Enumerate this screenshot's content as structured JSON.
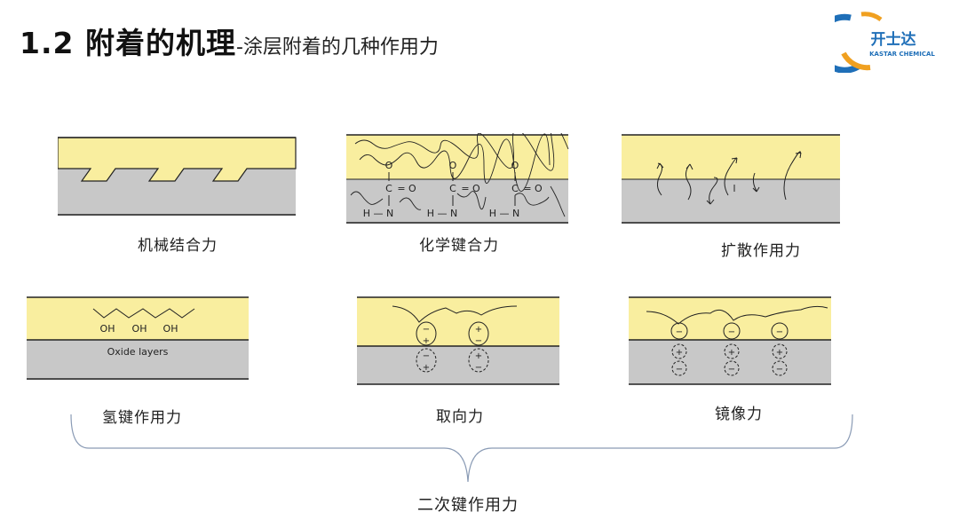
{
  "slide": {
    "title_main": "1.2 附着的机理",
    "title_sub": "-涂层附着的几种作用力",
    "logo": {
      "text": "开士达",
      "subtext": "KASTAR CHEMICAL"
    }
  },
  "panels": {
    "mechanical": {
      "caption": "机械结合力"
    },
    "chemical": {
      "caption": "化学键合力",
      "atom_o": "O",
      "atom_c": "C",
      "atom_eq_o": "= O",
      "atom_hn": "H — N"
    },
    "diffusion": {
      "caption": "扩散作用力"
    },
    "hydrogen": {
      "caption": "氢键作用力",
      "oh_label": "OH",
      "oxide_label": "Oxide layers"
    },
    "orientation": {
      "caption": "取向力",
      "plus": "+",
      "minus": "−"
    },
    "image": {
      "caption": "镜像力",
      "plus": "+",
      "minus": "−"
    }
  },
  "footer": {
    "caption": "二次键作用力"
  },
  "colors": {
    "coating": "#f9ee9f",
    "substrate": "#c8c8c8",
    "line": "#222222",
    "logo_blue": "#1f6fb8",
    "logo_orange": "#f0a020"
  }
}
